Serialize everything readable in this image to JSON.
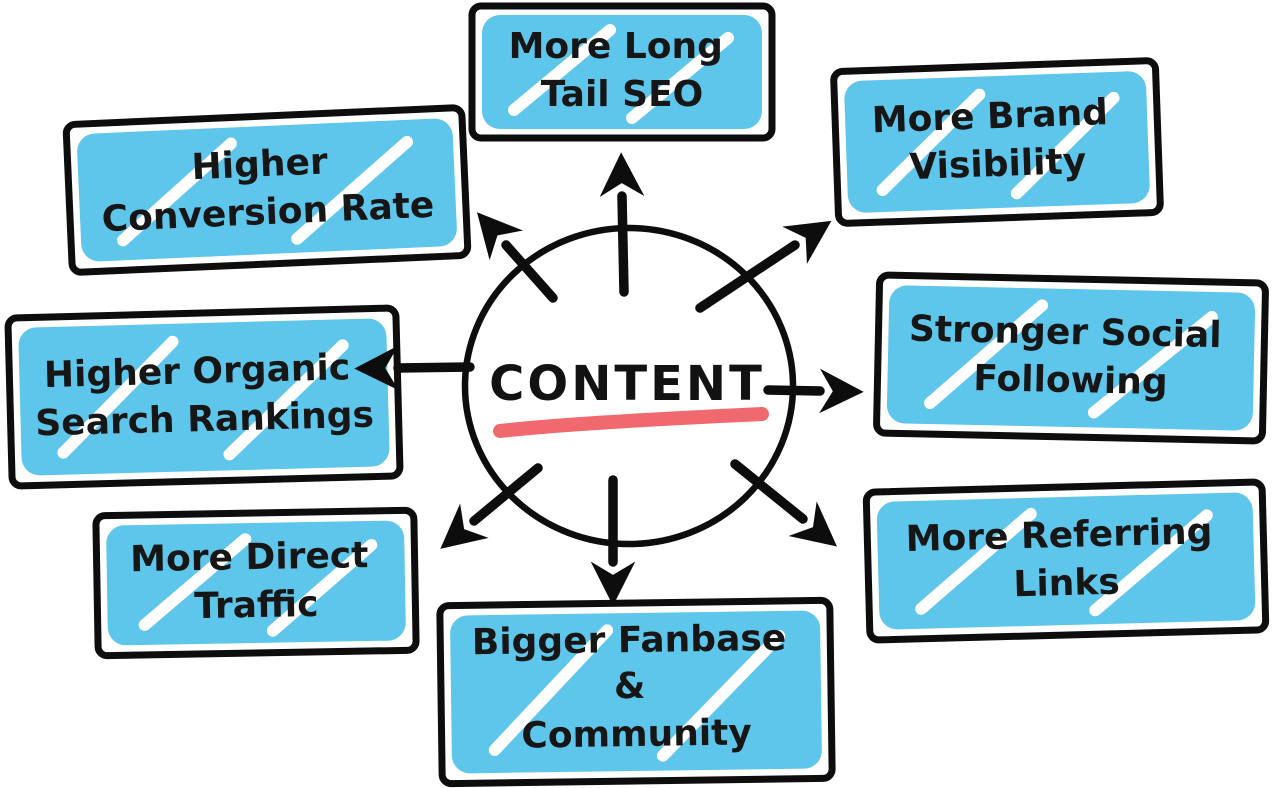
{
  "diagram": {
    "title": "Content marketing benefits mind map",
    "center": {
      "label": "CONTENT"
    },
    "nodes": [
      {
        "id": "more-long-tail-seo",
        "label": "More Long Tail SEO",
        "lines": [
          "More Long",
          "Tail SEO"
        ]
      },
      {
        "id": "more-brand-visibility",
        "label": "More Brand Visibility",
        "lines": [
          "More Brand",
          "Visibility"
        ]
      },
      {
        "id": "stronger-social-following",
        "label": "Stronger Social Following",
        "lines": [
          "Stronger Social",
          "Following"
        ]
      },
      {
        "id": "more-referring-links",
        "label": "More Referring Links",
        "lines": [
          "More Referring",
          "Links"
        ]
      },
      {
        "id": "bigger-fanbase-community",
        "label": "Bigger Fanbase & Community",
        "lines": [
          "Bigger Fanbase",
          "&",
          "Community"
        ]
      },
      {
        "id": "more-direct-traffic",
        "label": "More Direct Traffic",
        "lines": [
          "More Direct",
          "Traffic"
        ]
      },
      {
        "id": "higher-organic-search-rankings",
        "label": "Higher Organic Search Rankings",
        "lines": [
          "Higher Organic",
          "Search Rankings"
        ]
      },
      {
        "id": "higher-conversion-rate",
        "label": "Higher Conversion Rate",
        "lines": [
          "Higher",
          "Conversion Rate"
        ]
      }
    ],
    "colors": {
      "node_fill": "#5EC5EB",
      "ink": "#0d0d0d",
      "underline": "#F0696E",
      "background": "#FFFFFF"
    }
  }
}
